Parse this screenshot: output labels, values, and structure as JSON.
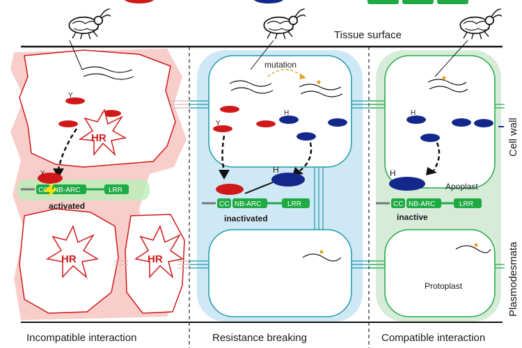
{
  "header": {
    "tissue_surface": "Tissue surface"
  },
  "side_labels": {
    "cell_wall": "Cell wall",
    "plasmodesmata": "Plasmodesmata"
  },
  "panels": {
    "incompatible": {
      "caption": "Incompatible interaction",
      "state": "activated",
      "hr_label": "HR",
      "effector_letter": "Y"
    },
    "resistance": {
      "caption": "Resistance breaking",
      "state": "inactivated",
      "mutation": "mutation",
      "effector_y": "Y",
      "effector_h": "H"
    },
    "compatible": {
      "caption": "Compatible interaction",
      "state": "inactive",
      "apoplast": "Apoplast",
      "protoplast": "Protoplast",
      "effector_h": "H"
    }
  },
  "receptor": {
    "cc": "CC",
    "nbarc": "NB-ARC",
    "lrr": "LRR"
  },
  "colors": {
    "red": "#d01818",
    "blue": "#14288c",
    "green": "#1faa44",
    "teal": "#1b9aa8",
    "lightblue": "#cfe8f6",
    "lightgreen": "#d6ecd9",
    "pink": "#f7c9c4"
  }
}
